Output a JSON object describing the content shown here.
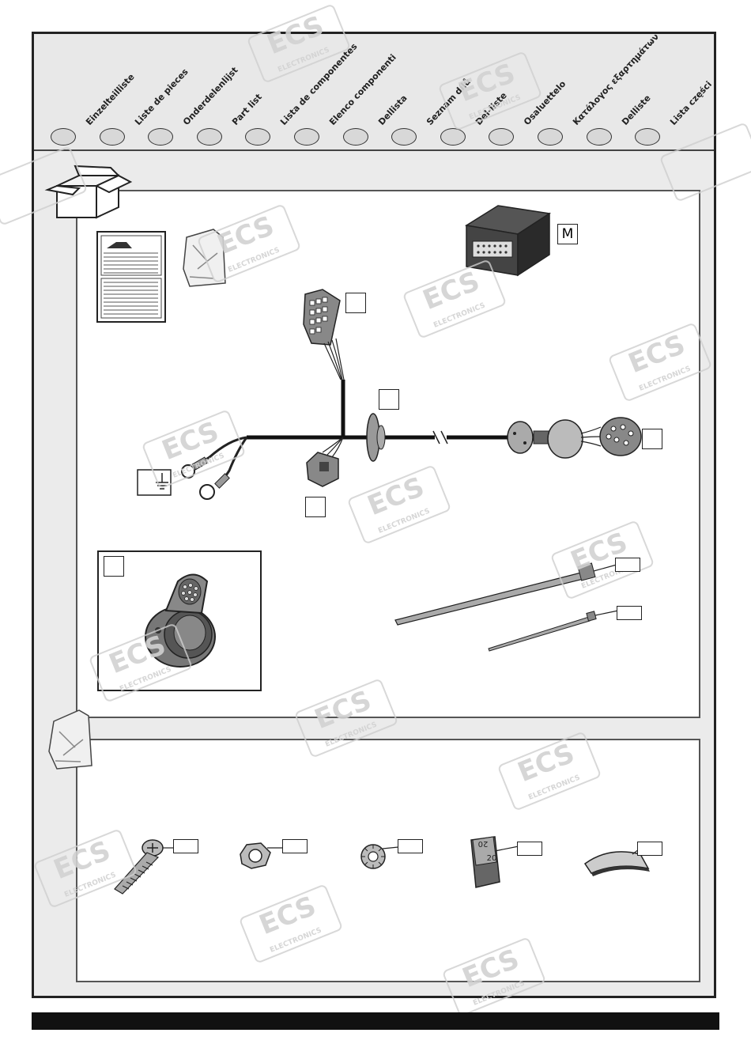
{
  "header": {
    "languages": [
      "Einzelteilliste",
      "Liste de pieces",
      "Onderdelenlijst",
      "Part list",
      "Lista de componentes",
      "Elenco componenti",
      "Dellista",
      "Seznam dílů",
      "Del-liste",
      "Osaluettelo",
      "Κατάλογος εξαρτημάτων",
      "Delliste",
      "Lista części"
    ]
  },
  "parts": {
    "module_label": "M"
  },
  "small_parts": {
    "fuse_top_value": "20",
    "fuse_bottom_value": "20"
  },
  "watermark": {
    "brand": "ECS",
    "sub": "ELECTRONICS"
  }
}
